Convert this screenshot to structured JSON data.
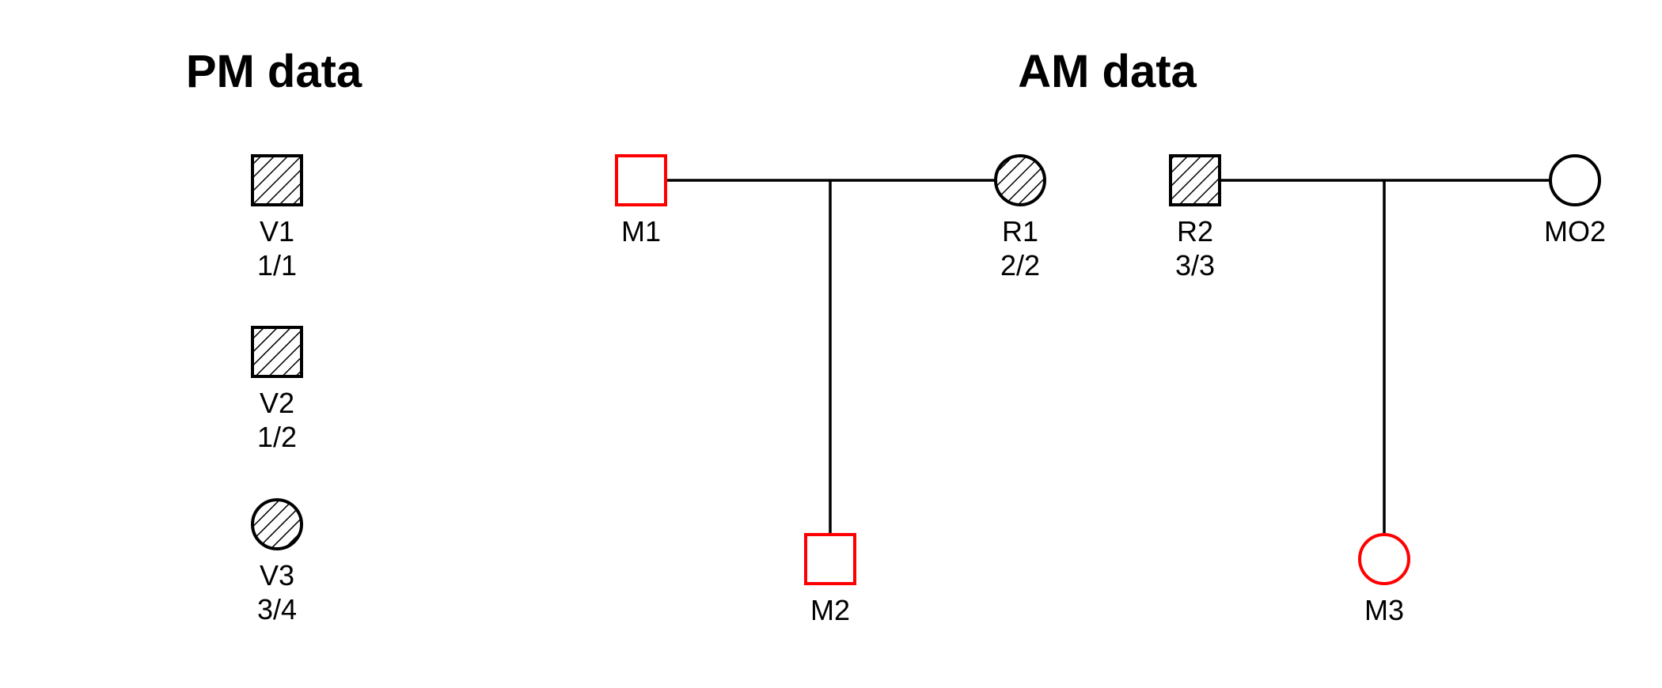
{
  "colors": {
    "background": "#FFFFFF",
    "black": "#000000",
    "missing_red": "#FF0000"
  },
  "pm_panel": {
    "title": "PM data",
    "victims": [
      {
        "id": "V1",
        "genotype": "1/1",
        "shape": "square",
        "fill": "hatched",
        "outline_color": "#000000"
      },
      {
        "id": "V2",
        "genotype": "1/2",
        "shape": "square",
        "fill": "hatched",
        "outline_color": "#000000"
      },
      {
        "id": "V3",
        "genotype": "3/4",
        "shape": "circle",
        "fill": "hatched",
        "outline_color": "#000000"
      }
    ]
  },
  "am_panel": {
    "title": "AM data",
    "families": [
      {
        "father": {
          "id": "M1",
          "shape": "square",
          "fill": "open",
          "outline_color": "#FF0000"
        },
        "mother": {
          "id": "R1",
          "genotype": "2/2",
          "shape": "circle",
          "fill": "hatched",
          "outline_color": "#000000"
        },
        "child": {
          "id": "M2",
          "shape": "square",
          "fill": "open",
          "outline_color": "#FF0000"
        }
      },
      {
        "father": {
          "id": "R2",
          "genotype": "3/3",
          "shape": "square",
          "fill": "hatched",
          "outline_color": "#000000"
        },
        "mother": {
          "id": "MO2",
          "shape": "circle",
          "fill": "open",
          "outline_color": "#000000"
        },
        "child": {
          "id": "M3",
          "shape": "circle",
          "fill": "open",
          "outline_color": "#FF0000"
        }
      }
    ]
  }
}
